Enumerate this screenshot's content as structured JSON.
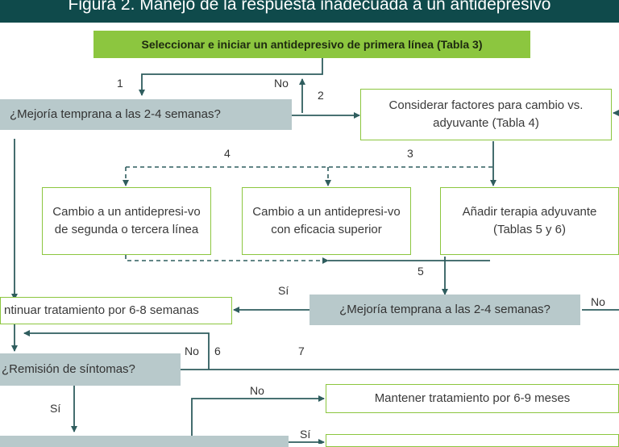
{
  "title": "Figura 2. Manejo de la respuesta inadecuada a un antidepresivo",
  "nodes": {
    "start": "Seleccionar e iniciar un antidepresivo de primera línea (Tabla 3)",
    "early1": "¿Mejoría temprana a las 2-4 semanas?",
    "factors": "Considerar factores para cambio vs. adyuvante (Tabla 4)",
    "switch_second": "Cambio a un antidepresi-vo de segunda o tercera línea",
    "switch_superior": "Cambio a un antidepresi-vo con eficacia superior",
    "adjunct": "Añadir terapia adyuvante (Tablas 5 y 6)",
    "early2": "¿Mejoría temprana a las 2-4 semanas?",
    "continue": "ntinuar tratamiento por 6-8 semanas",
    "remission": "¿Remisión de síntomas?",
    "maintain": "Mantener tratamiento por 6-9 meses"
  },
  "labels": {
    "n1": "1",
    "no1": "No",
    "n2": "2",
    "n4": "4",
    "n3": "3",
    "n5": "5",
    "si1": "Sí",
    "no2": "No",
    "no3": "No",
    "n6": "6",
    "n7": "7",
    "si2": "Sí",
    "no4": "No",
    "si3": "Sí"
  },
  "colors": {
    "title_bg": "#0f4a4b",
    "green": "#8cc63f",
    "grey": "#b8c9cb",
    "line": "#2f5d5e"
  }
}
